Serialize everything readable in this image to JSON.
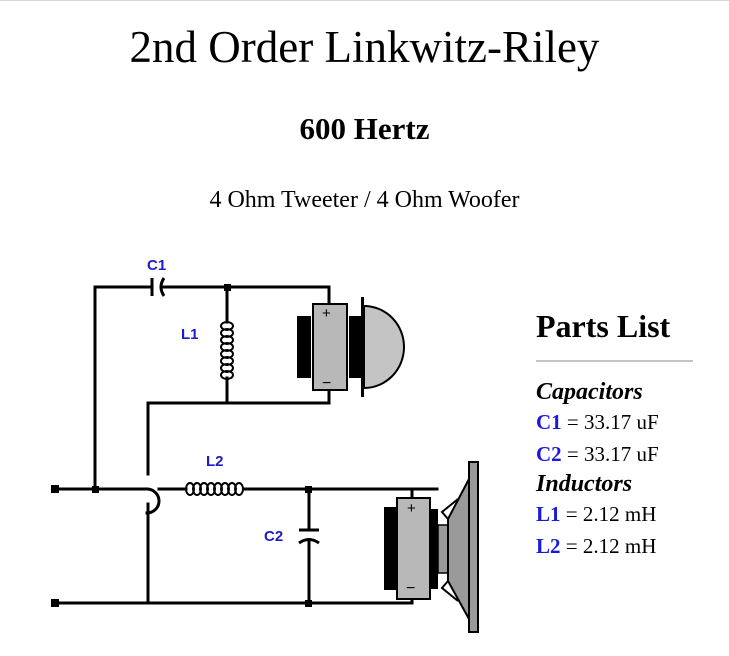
{
  "header": {
    "title": "2nd Order Linkwitz-Riley",
    "frequency": "600 Hertz",
    "configuration": "4 Ohm Tweeter / 4 Ohm Woofer"
  },
  "schematic": {
    "labels": {
      "c1": "C1",
      "l1": "L1",
      "l2": "L2",
      "c2": "C2"
    },
    "polarity": {
      "plus": "+",
      "minus": "−"
    },
    "colors": {
      "label": "#1c1cc8",
      "wire": "#000000",
      "driver_body": "#b8b8b8"
    }
  },
  "parts_list": {
    "heading": "Parts List",
    "groups": [
      {
        "heading": "Capacitors",
        "items": [
          {
            "ref": "C1",
            "value": "= 33.17 uF"
          },
          {
            "ref": "C2",
            "value": "= 33.17 uF"
          }
        ]
      },
      {
        "heading": "Inductors",
        "items": [
          {
            "ref": "L1",
            "value": "= 2.12 mH"
          },
          {
            "ref": "L2",
            "value": "= 2.12 mH"
          }
        ]
      }
    ],
    "ref_color": "#1a1adf"
  }
}
